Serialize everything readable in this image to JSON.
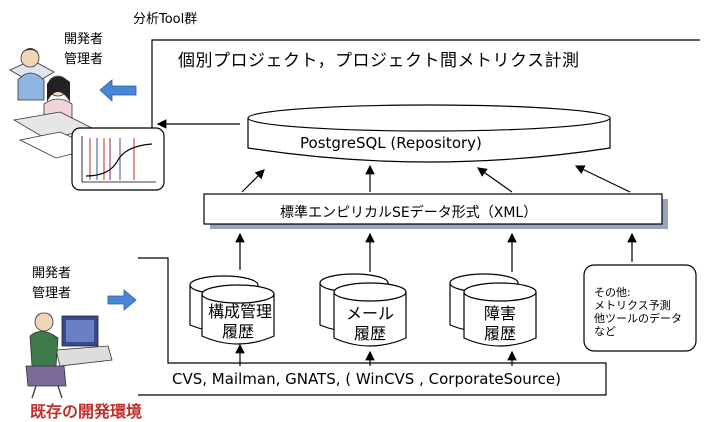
{
  "tools_group_label": "分析Tool群",
  "top_user_labels": [
    "開発者",
    "管理者"
  ],
  "bottom_user_labels": [
    "開発者",
    "管理者"
  ],
  "metrics_title": "個別プロジェクト，プロジェクト間メトリクス計測",
  "repository_label": "PostgreSQL (Repository)",
  "standard_format_label": "標準エンピリカルSEデータ形式（XML）",
  "sources": [
    {
      "line1": "構成管理",
      "line2": "履歴"
    },
    {
      "line1": "メール",
      "line2": "履歴"
    },
    {
      "line1": "障害",
      "line2": "履歴"
    }
  ],
  "other_note": [
    "その他:",
    "メトリクス予測",
    "他ツールのデータ",
    "など"
  ],
  "tools_bar_label": "CVS, Mailman, GNATS, ( WinCVS , CorporateSource)",
  "existing_env_label": "既存の開発環境",
  "colors": {
    "arrow_blue": "#4a86d8",
    "existing_env_red": "#c0302a",
    "shadow": "#9aa3c0"
  }
}
